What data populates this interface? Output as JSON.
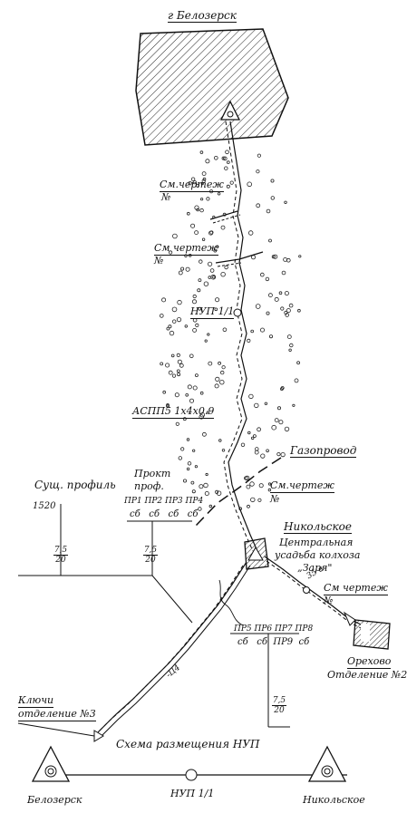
{
  "labels": {
    "to_belozersk": "г Белозерск",
    "see_drawing_1": "См.чертеж",
    "no_1": "№",
    "see_drawing_2": "См чертеж",
    "no_2": "№",
    "nup": "НУП 1/1",
    "cable": "АСПП5 1х4х0.9",
    "gas_pipeline": "Газопровод",
    "see_drawing_3": "См.чертеж",
    "no_3": "№",
    "nikolskoe": "Никольское",
    "central_estate": "Центральная",
    "estate_2": "усадьба колхоза",
    "estate_3": "„Заря\"",
    "see_drawing_4": "См чертеж",
    "no_4": "№",
    "orekhovo": "Орехово",
    "division2": "Отделение №2",
    "existing_profile": "Сущ. профиль",
    "level_1520": "1520",
    "project": "Прокт",
    "project_prof": "проф.",
    "keys": "Ключи",
    "division3": "отделение №3",
    "scheme_title": "Схема размещения НУП",
    "bottom_belozersk": "Белозерск",
    "bottom_nup": "НУП 1/1",
    "bottom_nikolskoe": "Никольское",
    "km_left": "-Ц4",
    "km_right": "35 в"
  },
  "profile_fractions": [
    {
      "num": "7,5",
      "den": "20"
    },
    {
      "num": "7,5",
      "den": "20"
    },
    {
      "num": "7,5",
      "den": "20"
    }
  ],
  "pp_row1": [
    "ПР1",
    "ПР2",
    "ПР3",
    "ПР4"
  ],
  "pp_row2": [
    "ПР5",
    "ПР6",
    "ПР7",
    "ПР8"
  ],
  "sb": "сб",
  "pp9": "ПР9"
}
